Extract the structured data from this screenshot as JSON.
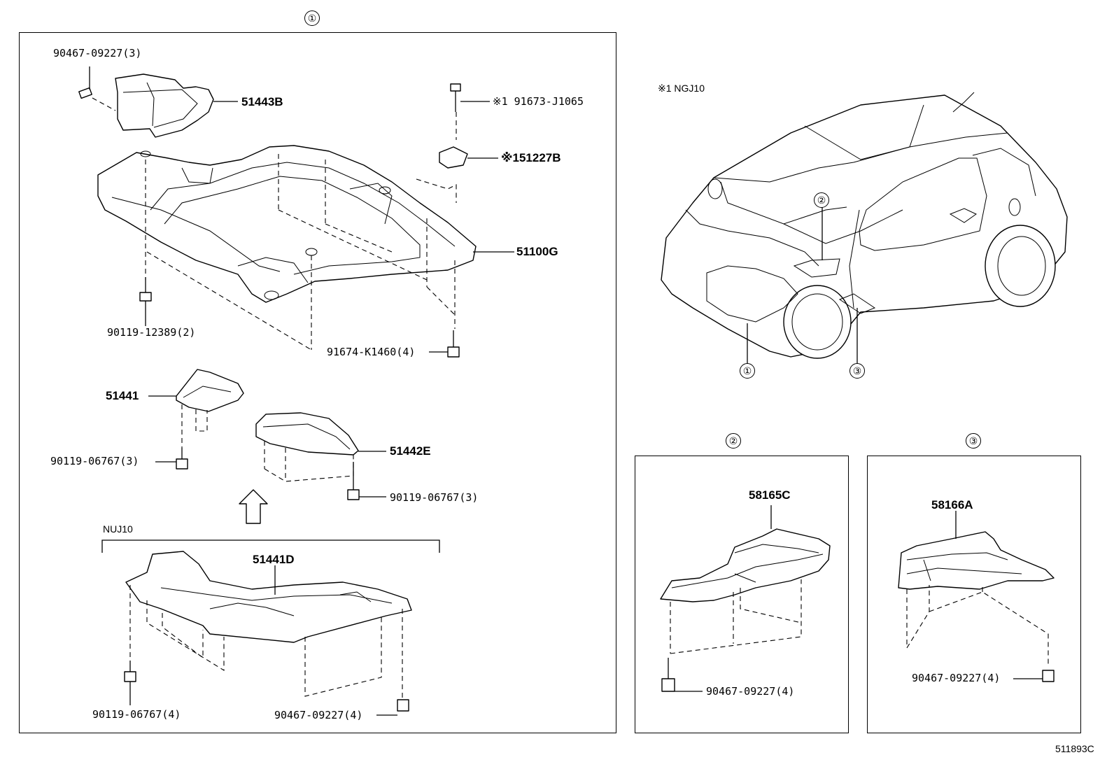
{
  "callouts": {
    "c1": "①",
    "c2": "②",
    "c3": "③"
  },
  "main_panel": {
    "bolt_top_left": "90467-09227(3)",
    "shield_top": "51443B",
    "bolt_top_right": "※1 91673-J1065",
    "bracket_right": "※151227B",
    "crossmember": "51100G",
    "bolt_left": "90119-12389(2)",
    "bolt_right": "91674-K1460(4)",
    "plate_small": "51441",
    "bolt_small_plate": "90119-06767(3)",
    "plate_mid": "51442E",
    "bolt_mid_plate": "90119-06767(3)",
    "variant_label": "NUJ10",
    "plate_large": "51441D",
    "bolt_large_left": "90119-06767(4)",
    "bolt_large_right": "90467-09227(4)"
  },
  "vehicle": {
    "note": "※1  NGJ10"
  },
  "panel2": {
    "part": "58165C",
    "bolt": "90467-09227(4)"
  },
  "panel3": {
    "part": "58166A",
    "bolt": "90467-09227(4)"
  },
  "footer": {
    "code": "511893C"
  }
}
